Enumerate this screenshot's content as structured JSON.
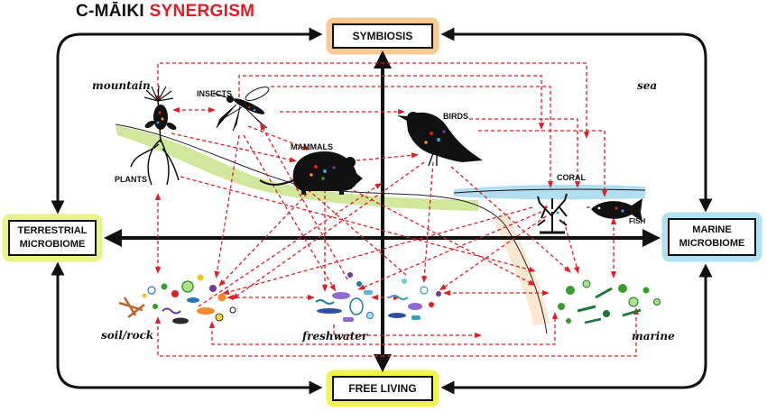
{
  "title": {
    "part1": "C-MĀIKI",
    "part2": "SYNERGISM"
  },
  "axes": {
    "top": "SYMBIOSIS",
    "bottom": "FREE LIVING",
    "left_line1": "TERRESTRIAL",
    "left_line2": "MICROBIOME",
    "right_line1": "MARINE",
    "right_line2": "MICROBIOME"
  },
  "regions": {
    "mountain": "mountain",
    "sea": "sea",
    "soil": "soil/rock",
    "freshwater": "freshwater",
    "marine": "marine"
  },
  "organisms": {
    "insects": "INSECTS",
    "birds": "BIRDS",
    "mammals": "MAMMALS",
    "plants": "PLANTS",
    "coral": "CORAL",
    "fish": "FISH"
  },
  "colors": {
    "axis": "#111111",
    "connections": "#e31b23",
    "symbiosis_glow": "#f7b267",
    "free_living_glow": "#f0f020",
    "terrestrial_glow": "#e2f06a",
    "marine_glow": "#9fd8f2",
    "land": "#c9e38a",
    "water": "#a8dbf0"
  },
  "icons": [
    "lehua-plant-icon",
    "mosquito-icon",
    "rat-icon",
    "bird-icon",
    "coral-icon",
    "fish-icon",
    "soil-microbes-icon",
    "freshwater-microbes-icon",
    "marine-microbes-icon"
  ]
}
